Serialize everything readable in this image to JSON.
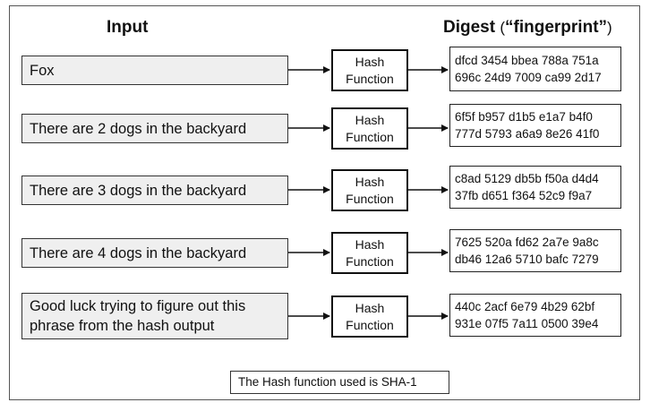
{
  "headers": {
    "input": "Input",
    "digest": "Digest",
    "digest_paren_open": "(",
    "digest_quoted": "“fingerprint”",
    "digest_paren_close": ")"
  },
  "rows": [
    {
      "input_lines": [
        "Fox"
      ],
      "hash_lines": [
        "Hash",
        "Function"
      ],
      "digest_lines": [
        "dfcd 3454 bbea 788a 751a",
        "696c 24d9 7009 ca99 2d17"
      ]
    },
    {
      "input_lines": [
        "There are 2 dogs in the backyard"
      ],
      "hash_lines": [
        "Hash",
        "Function"
      ],
      "digest_lines": [
        "6f5f b957 d1b5 e1a7 b4f0",
        "777d 5793 a6a9 8e26 41f0"
      ]
    },
    {
      "input_lines": [
        "There are 3 dogs in the backyard"
      ],
      "hash_lines": [
        "Hash",
        "Function"
      ],
      "digest_lines": [
        "c8ad 5129 db5b f50a d4d4",
        "37fb d651 f364 52c9 f9a7"
      ]
    },
    {
      "input_lines": [
        "There are 4 dogs in the backyard"
      ],
      "hash_lines": [
        "Hash",
        "Function"
      ],
      "digest_lines": [
        "7625 520a fd62 2a7e 9a8c",
        "db46 12a6 5710 bafc 7279"
      ]
    },
    {
      "input_lines": [
        "Good luck trying to figure out this",
        "phrase from the hash output"
      ],
      "hash_lines": [
        "Hash",
        "Function"
      ],
      "digest_lines": [
        "440c 2acf 6e79 4b29 62bf",
        "931e 07f5 7a11 0500 39e4"
      ]
    }
  ],
  "footer": "The Hash function used is SHA-1",
  "colors": {
    "input_fill": "#efefef",
    "border": "#111111",
    "background": "#ffffff"
  }
}
